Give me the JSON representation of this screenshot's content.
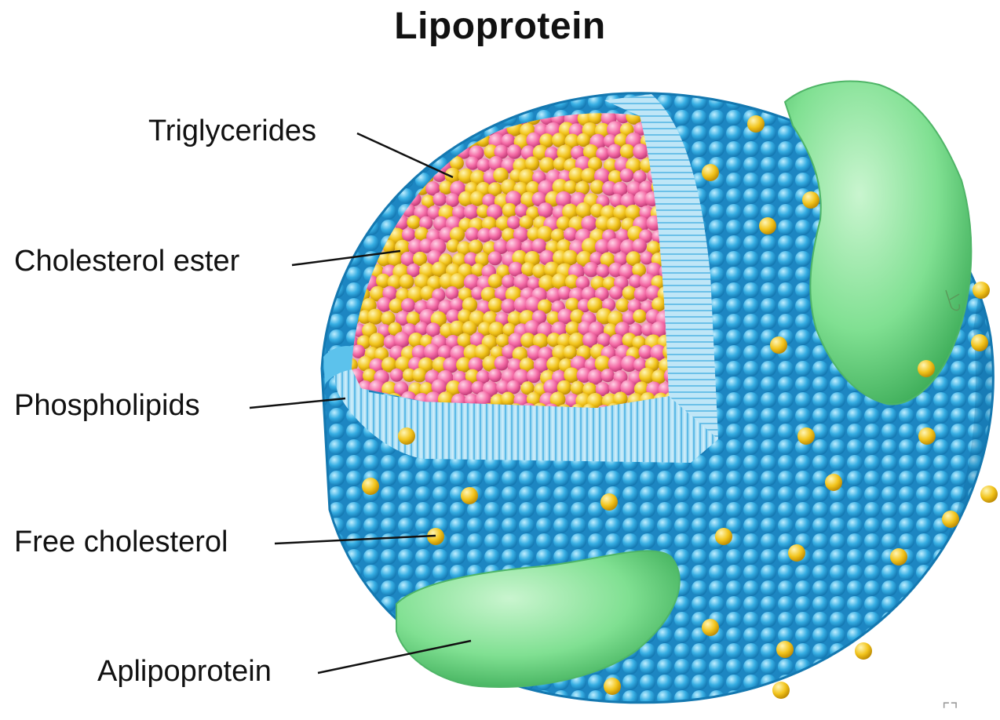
{
  "title": "Lipoprotein",
  "labels": {
    "triglycerides": "Triglycerides",
    "cholesterol_ester": "Cholesterol ester",
    "phospholipids": "Phospholipids",
    "free_cholesterol": "Free cholesterol",
    "apolipoprotein": "Aplipoprotein"
  },
  "colors": {
    "phospholipid_blue": "#2a9fdb",
    "phospholipid_light": "#7fd3f5",
    "triglyceride_pink": "#f56fa8",
    "cholesterol_ester_yellow": "#f2c41c",
    "free_cholesterol_yellow": "#f5c517",
    "apolipoprotein_green": "#7ee08f",
    "tail_blue": "#a6dcf3"
  },
  "icons": {
    "corner": "expand-corner-icon"
  }
}
